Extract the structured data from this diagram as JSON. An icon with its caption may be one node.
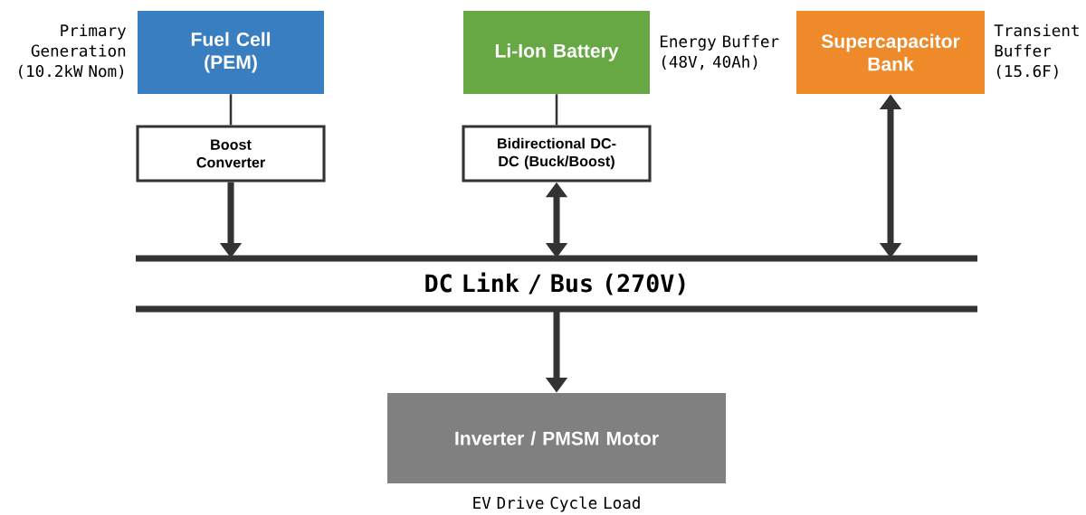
{
  "diagram": {
    "nodes": [
      {
        "text": [
          "Fuel Cell (PEM)"
        ],
        "beside": [
          "Primary Generation (10.2kW Nom)"
        ]
      },
      {
        "text": [
          "Boost Converter"
        ]
      },
      {
        "text": [
          "Li-Ion Battery"
        ],
        "beside": [
          "Energy Buffer (48V, 40Ah)"
        ]
      },
      {
        "text": [
          "Bidirectional DC-DC (Buck/Boost)"
        ]
      },
      {
        "text": [
          "Supercapacitor Bank"
        ],
        "beside": [
          "Transient Buffer (15.6F)"
        ]
      },
      {
        "text": [
          "DC Link / Bus (270V)"
        ]
      },
      {
        "text": [
          "Inverter / PMSM Motor"
        ],
        "beside": [
          "EV Drive Cycle Load"
        ]
      }
    ],
    "edges": [
      {
        "from": 0,
        "to": 1,
        "arrow": "none"
      },
      {
        "from": 1,
        "to": 5,
        "arrow": "to"
      },
      {
        "from": 2,
        "to": 3,
        "arrow": "none"
      },
      {
        "from": 3,
        "to": 5,
        "arrow": "both"
      },
      {
        "from": 4,
        "to": 5,
        "arrow": "both"
      },
      {
        "from": 5,
        "to": 6,
        "arrow": "to"
      }
    ]
  }
}
